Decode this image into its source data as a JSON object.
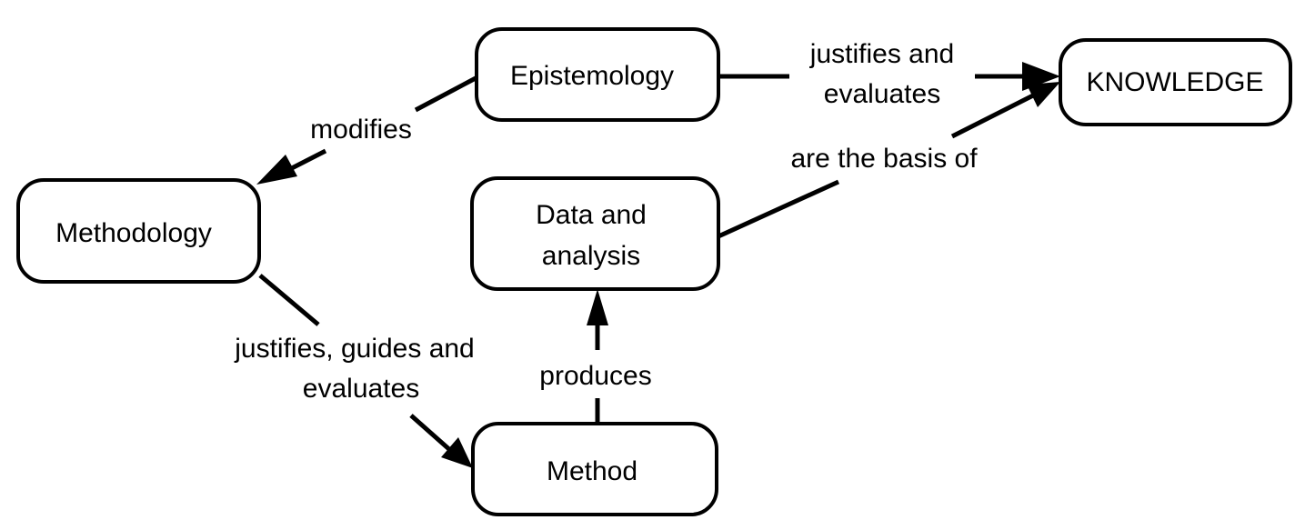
{
  "nodes": {
    "epistemology": "Epistemology",
    "knowledge": "KNOWLEDGE",
    "methodology": "Methodology",
    "data_line1": "Data and",
    "data_line2": "analysis",
    "method": "Method"
  },
  "edges": {
    "epistemology_knowledge_line1": "justifies and",
    "epistemology_knowledge_line2": "evaluates",
    "epistemology_methodology": "modifies",
    "data_knowledge": "are the basis of",
    "methodology_method_line1": "justifies, guides and",
    "methodology_method_line2": "evaluates",
    "method_data": "produces"
  }
}
